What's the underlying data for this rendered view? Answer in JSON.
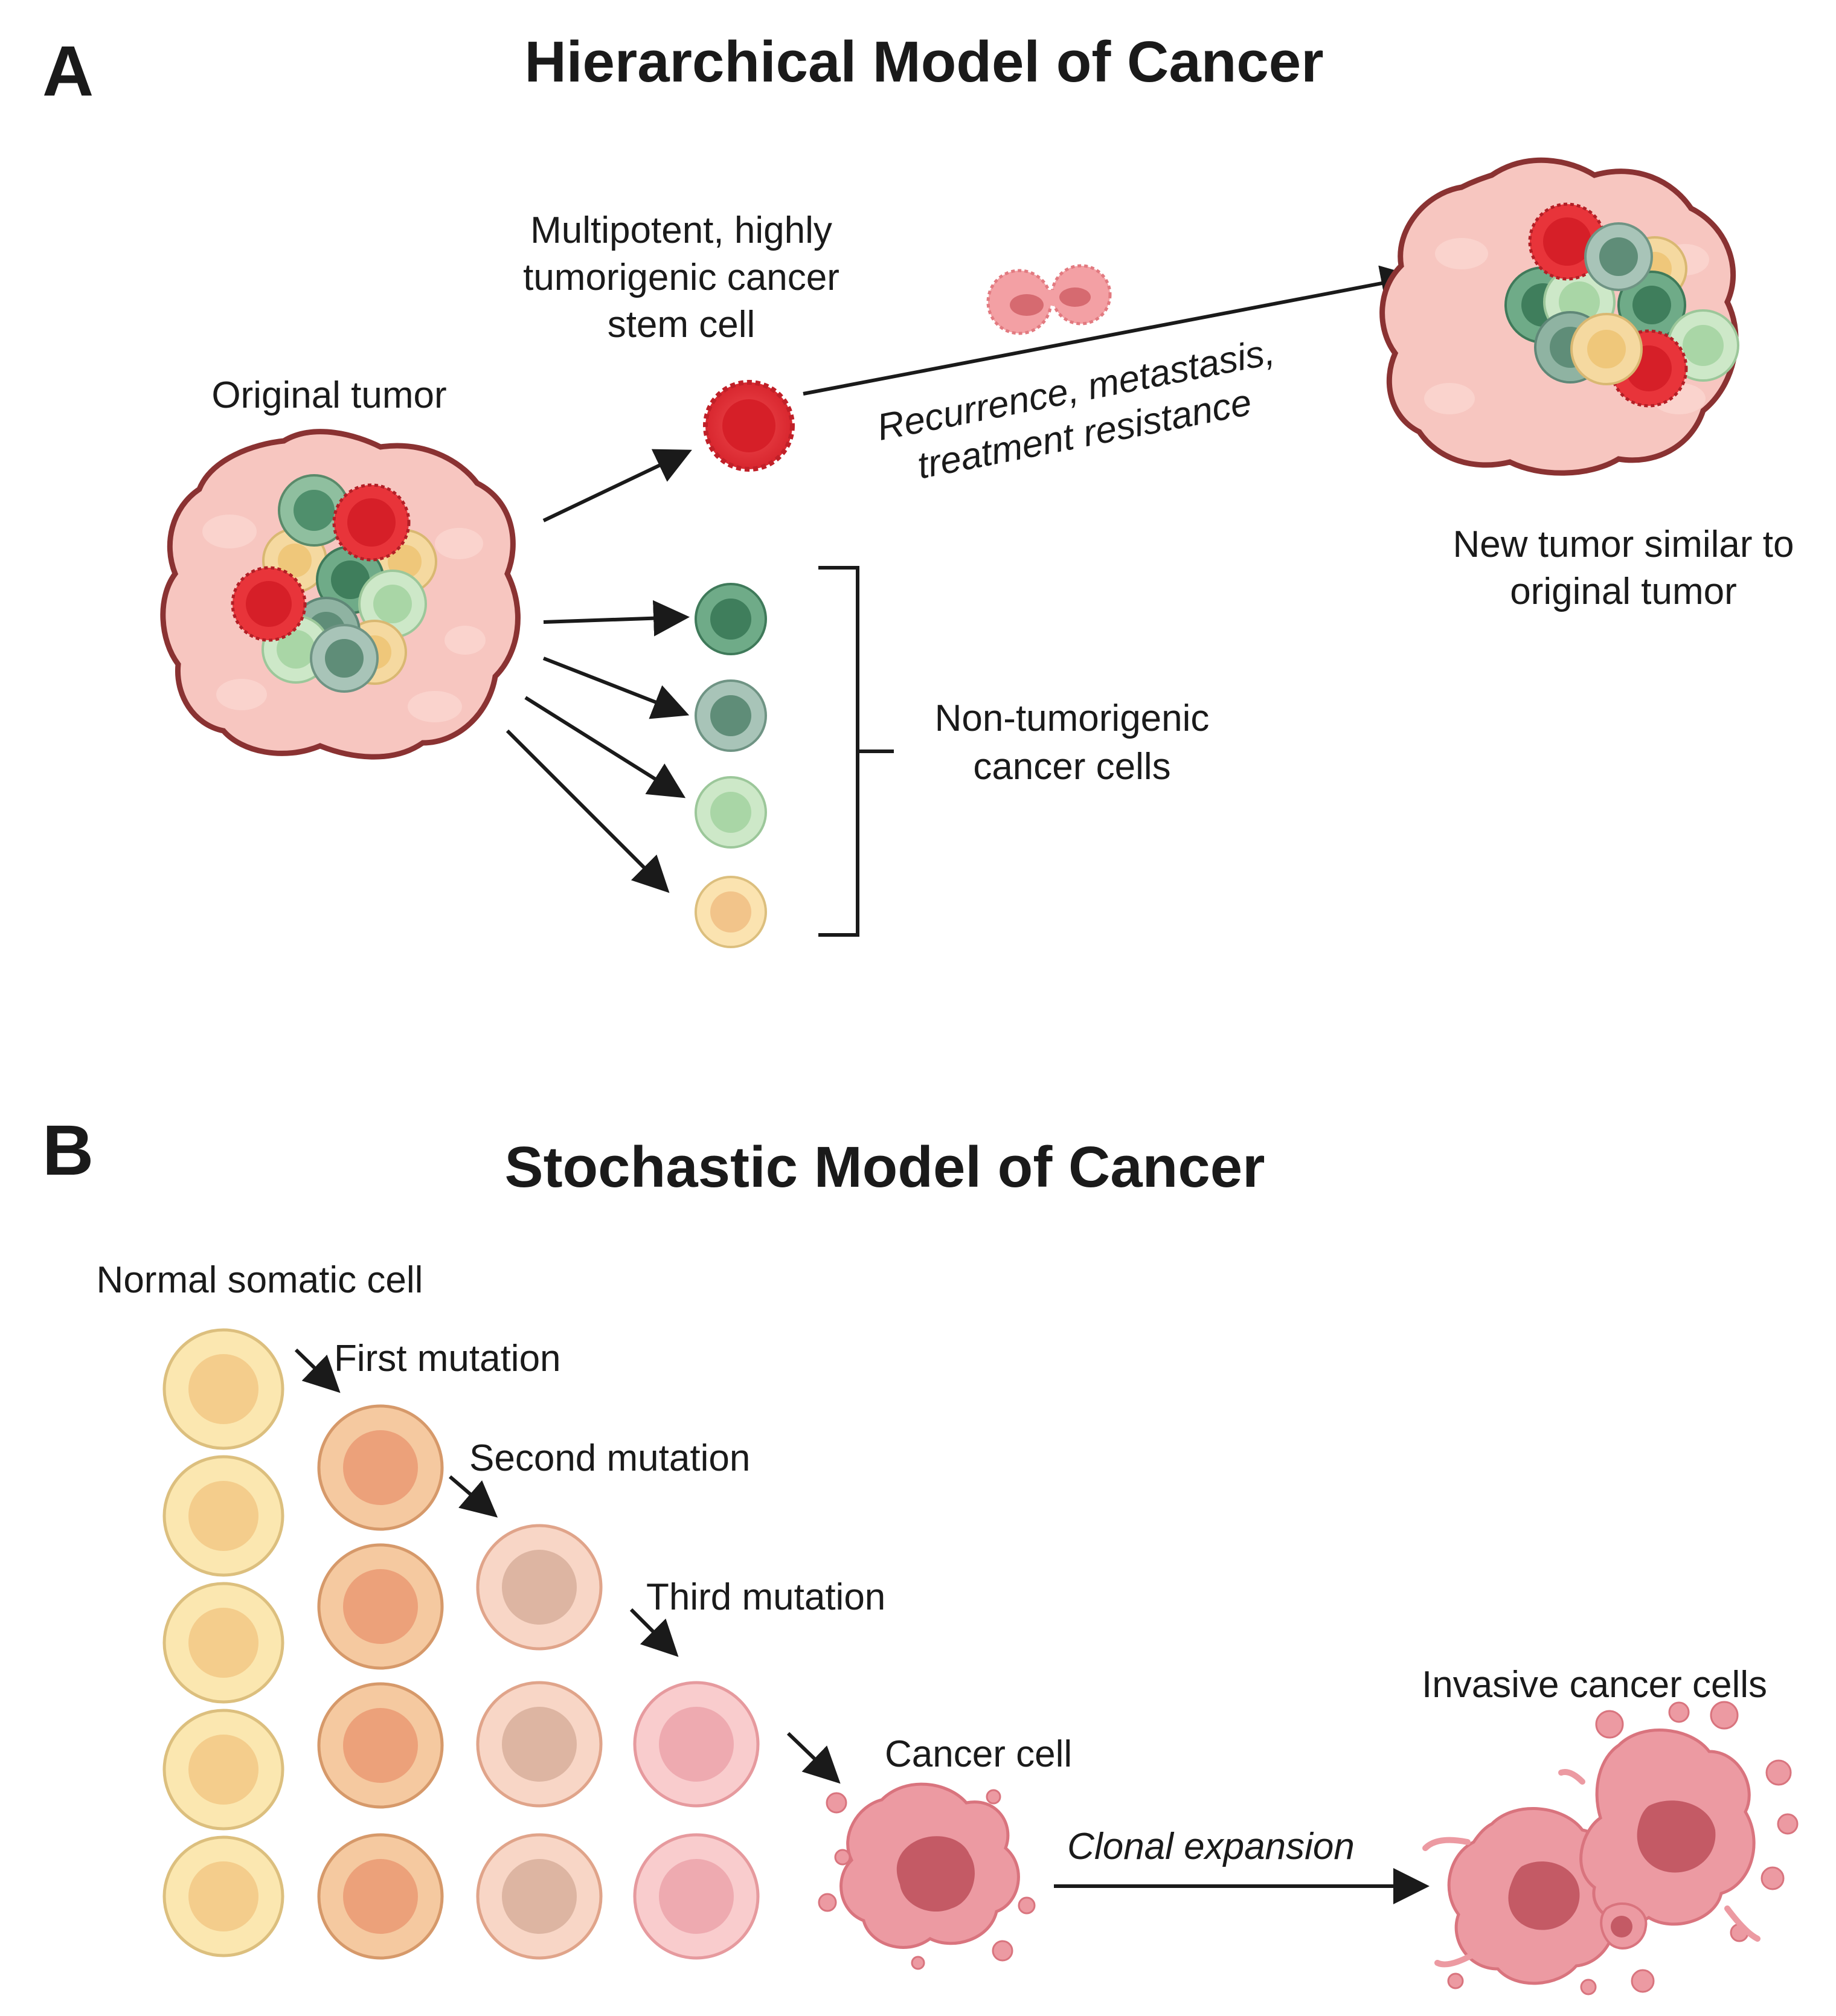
{
  "panel_a": {
    "letter": "A",
    "title": "Hierarchical Model of Cancer",
    "original_tumor_label": "Original tumor",
    "stem_cell_label": [
      "Multipotent, highly",
      "tumorigenic cancer",
      "stem cell"
    ],
    "recurrence_label": [
      "Recurrence, metastasis,",
      "treatment resistance"
    ],
    "non_tumorigenic_label": [
      "Non-tumorigenic",
      "cancer cells"
    ],
    "new_tumor_label": [
      "New tumor similar to",
      "original tumor"
    ]
  },
  "panel_b": {
    "letter": "B",
    "title": "Stochastic Model of Cancer",
    "normal_cell_label": "Normal somatic cell",
    "first_mutation_label": "First mutation",
    "second_mutation_label": "Second mutation",
    "third_mutation_label": "Third mutation",
    "cancer_cell_label": "Cancer cell",
    "clonal_expansion_label": "Clonal expansion",
    "invasive_label": "Invasive cancer cells"
  },
  "colors": {
    "tumor_fill": "#f7c6c0",
    "tumor_outline": "#8a3232",
    "stem_cell": "#e8343a",
    "dark_green": "#5fa37e",
    "grey_green": "#8fb3a2",
    "light_green": "#bfe3bd",
    "yellow": "#f5d9a0",
    "normal_cell": "#fbe7b0",
    "first_mutation_cell": "#f2c496",
    "second_mutation_cell": "#f5d0c0",
    "third_mutation_cell": "#f6c2c4",
    "cancer_cell": "#ec9aa2"
  }
}
